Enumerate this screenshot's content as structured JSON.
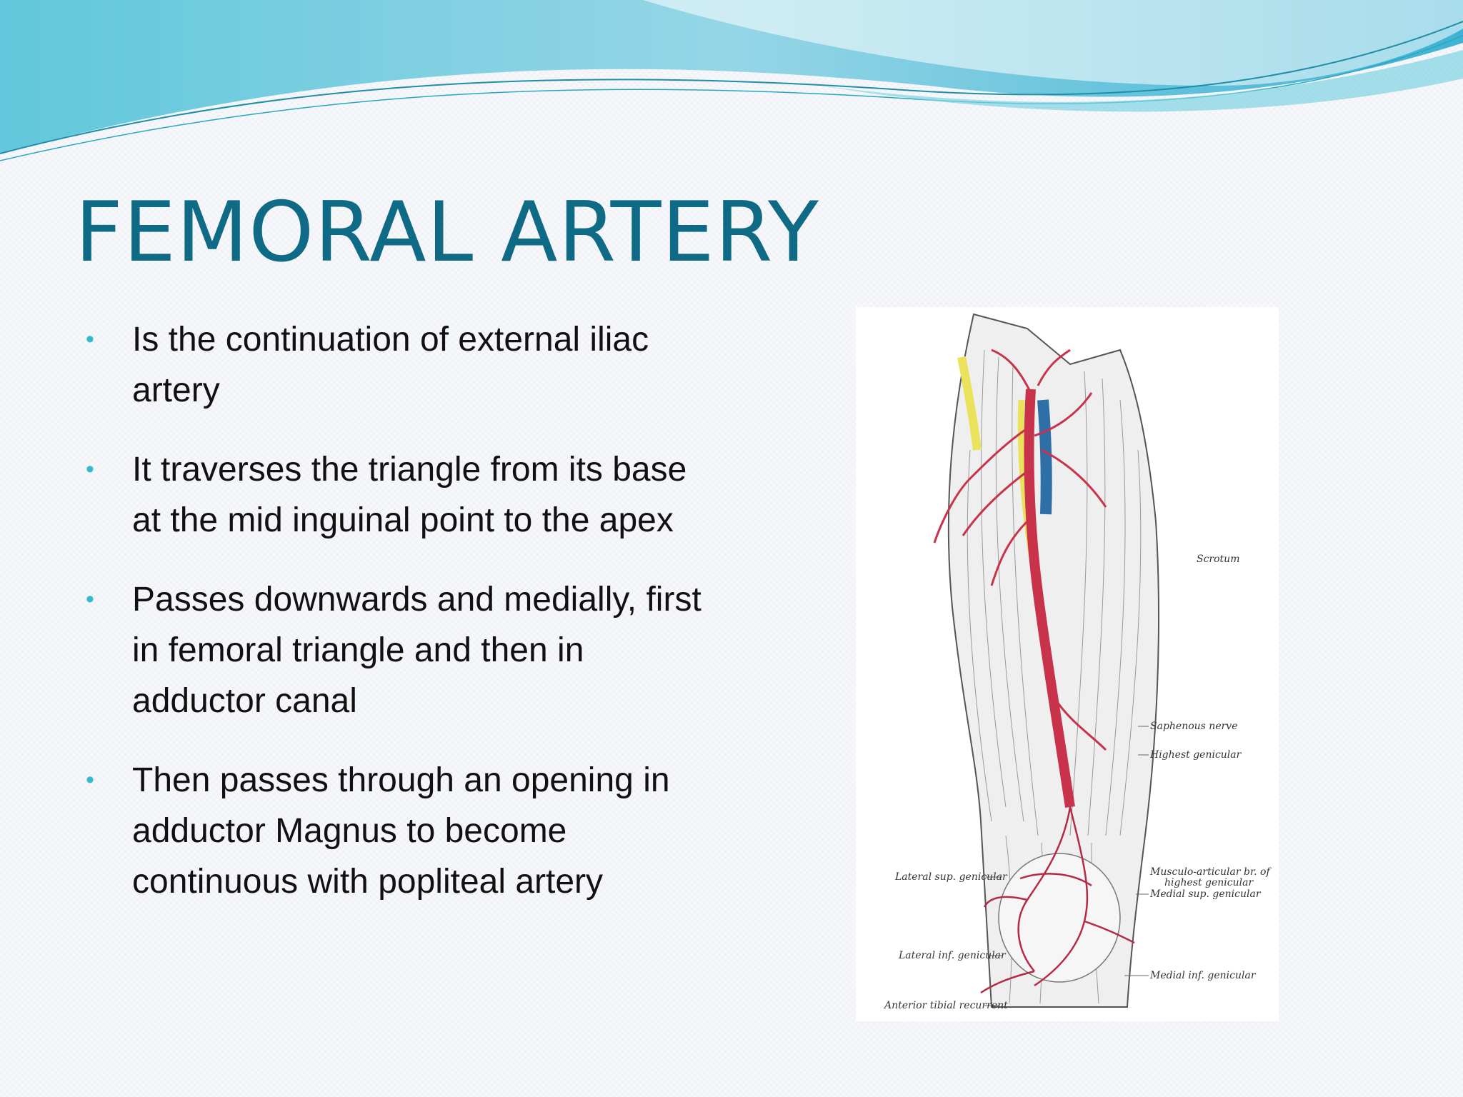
{
  "slide": {
    "title": "FEMORAL ARTERY",
    "bullets": [
      "Is the continuation of external iliac artery",
      "It traverses the triangle from its base at the mid inguinal point to the apex",
      "Passes downwards and medially, first in femoral triangle and then in adductor canal",
      "Then passes through an opening in adductor Magnus to become continuous with popliteal artery"
    ],
    "bullet_glyph": "•"
  },
  "figure": {
    "labels": {
      "scrotum": "Scrotum",
      "saphenous_nerve": "Saphenous nerve",
      "highest_genicular": "Highest genicular",
      "musculo_articular_1": "Musculo-articular br. of",
      "musculo_articular_2": "highest genicular",
      "medial_sup_genicular": "Medial sup. genicular",
      "lateral_sup_genicular": "Lateral sup. genicular",
      "lateral_inf_genicular": "Lateral inf. genicular",
      "medial_inf_genicular": "Medial inf. genicular",
      "anterior_tibial_recurrent": "Anterior tibial recurrent"
    }
  },
  "colors": {
    "title": "#0f6a86",
    "bullet": "#35b9cf",
    "artery": "#c8324a",
    "vein": "#2e6fa8",
    "nerve": "#e9e25a"
  }
}
